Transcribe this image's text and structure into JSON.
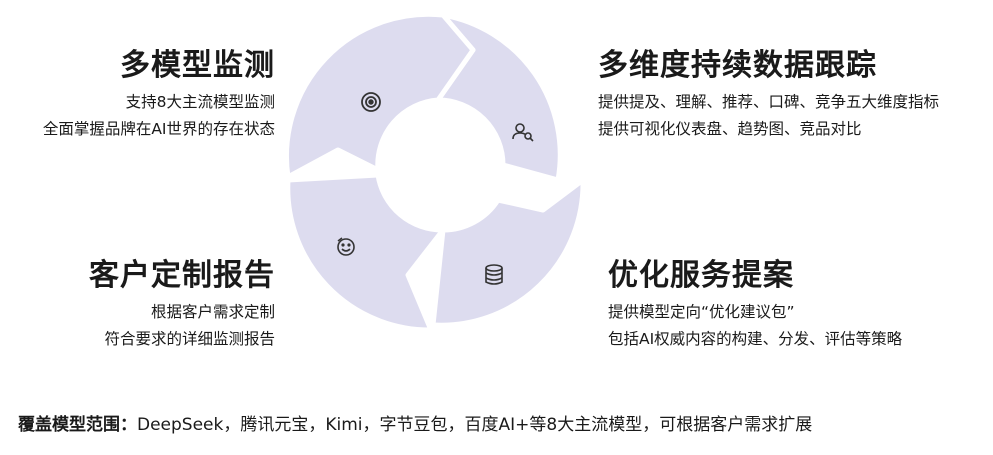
{
  "quadrants": {
    "top_left": {
      "title": "多模型监测",
      "lines": [
        "支持8大主流模型监测",
        "全面掌握品牌在AI世界的存在状态"
      ],
      "icon": "target-icon"
    },
    "top_right": {
      "title": "多维度持续数据跟踪",
      "lines": [
        "提供提及、理解、推荐、口碑、竞争五大维度指标",
        "提供可视化仪表盘、趋势图、竞品对比"
      ],
      "icon": "user-search-icon"
    },
    "bottom_left": {
      "title": "客户定制报告",
      "lines": [
        "根据客户需求定制",
        "符合要求的详细监测报告"
      ],
      "icon": "emoji-icon"
    },
    "bottom_right": {
      "title": "优化服务提案",
      "lines": [
        "提供模型定向“优化建议包”",
        "包括AI权威内容的构建、分发、评估等策略"
      ],
      "icon": "database-icon"
    }
  },
  "footer": {
    "label": "覆盖模型范围：",
    "text": "DeepSeek，腾讯元宝，Kimi，字节豆包，百度AI+等8大主流模型，可根据客户需求扩展"
  },
  "colors": {
    "ring_fill": "#dddcef",
    "ring_stroke": "#ffffff",
    "icon": "#333333"
  }
}
